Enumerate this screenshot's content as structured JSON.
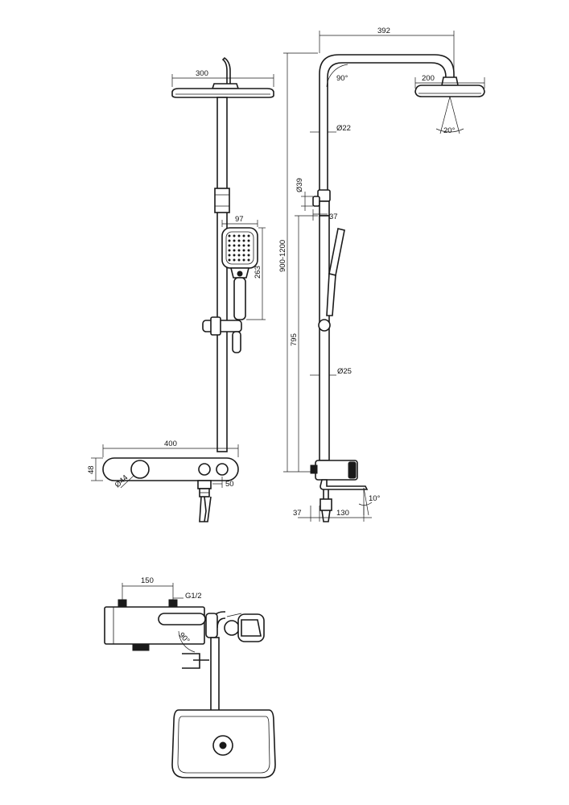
{
  "front_view": {
    "head_width": "300",
    "handshower_width": "97",
    "handshower_height": "263",
    "thermostat_width": "400",
    "thermostat_height": "48",
    "knob_diameter": "Ø44",
    "outlet_offset": "50"
  },
  "side_view": {
    "arm_reach": "392",
    "arm_angle": "90°",
    "head_width": "200",
    "head_tilt": "20°",
    "pipe_upper_diameter": "Ø22",
    "holder_diameter": "Ø39",
    "holder_offset": "37",
    "total_height": "900-1200",
    "column_height": "795",
    "pipe_lower_diameter": "Ø25",
    "wall_offset": "37",
    "spout_projection": "130",
    "spout_angle": "10°"
  },
  "top_view": {
    "inlet_spacing": "150",
    "thread_size": "G1/2",
    "swivel_angle": "90°"
  }
}
